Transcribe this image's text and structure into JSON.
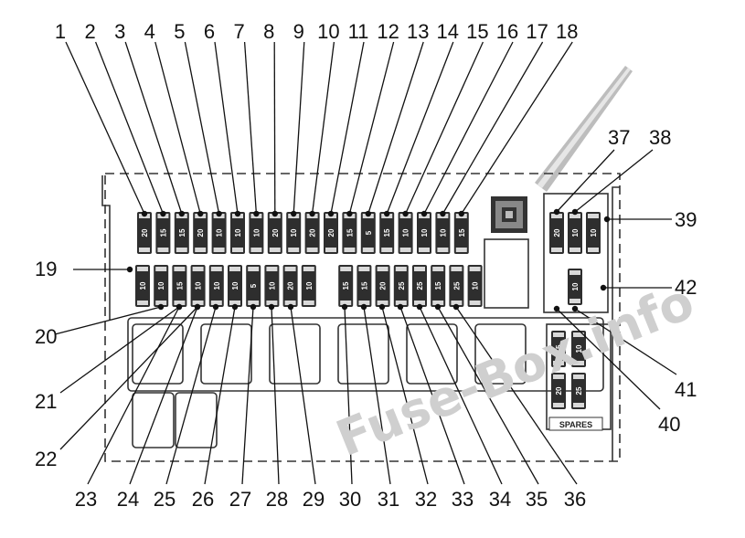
{
  "top_labels": [
    "1",
    "2",
    "3",
    "4",
    "5",
    "6",
    "7",
    "8",
    "9",
    "10",
    "11",
    "12",
    "13",
    "14",
    "15",
    "16",
    "17",
    "18"
  ],
  "bottom_labels": [
    "23",
    "24",
    "25",
    "26",
    "27",
    "28",
    "29",
    "30",
    "31",
    "32",
    "33",
    "34",
    "35",
    "36"
  ],
  "left_labels": [
    "19",
    "20",
    "21",
    "22"
  ],
  "right_labels": [
    "37",
    "38",
    "39",
    "42",
    "41",
    "40"
  ],
  "row1_amps": [
    "20",
    "15",
    "15",
    "20",
    "10",
    "10",
    "10",
    "20",
    "10",
    "20",
    "20",
    "15",
    "5",
    "15",
    "10",
    "10",
    "10",
    "15"
  ],
  "row2_amps": [
    "10",
    "10",
    "15",
    "10",
    "10",
    "10",
    "5",
    "10",
    "20",
    "10",
    "",
    "15",
    "15",
    "20",
    "25",
    "25",
    "15",
    "25",
    "10"
  ],
  "right_row1_amps": [
    "20",
    "10",
    "10"
  ],
  "right_row2_amps": [
    "",
    "10",
    ""
  ],
  "spare_amps": [
    "15",
    "10",
    "20",
    "25"
  ],
  "spares_label": "SPARES",
  "watermark": "Fuse-Box.info"
}
